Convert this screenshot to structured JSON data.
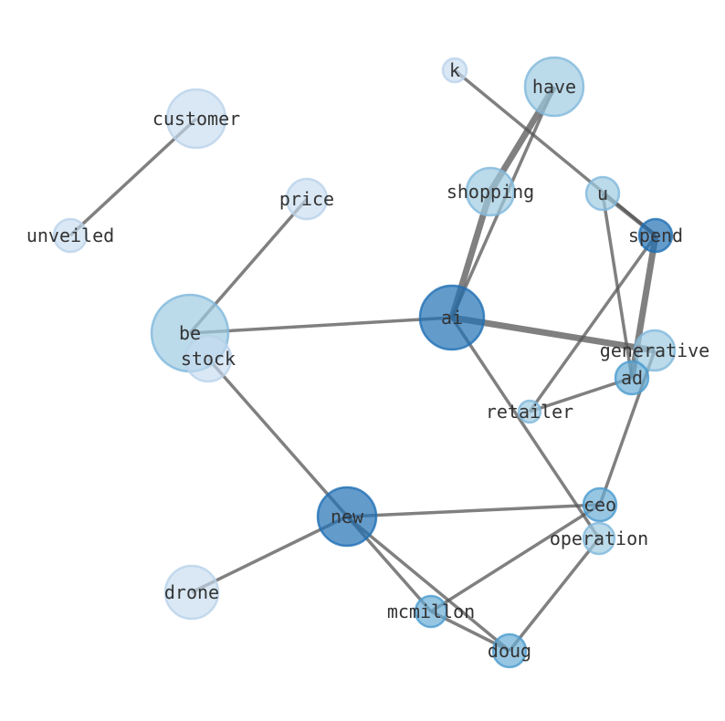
{
  "graph": {
    "type": "word co-occurrence network",
    "colors": {
      "lightest": "#c6dbef",
      "light": "#9ecae1",
      "mid": "#6baed6",
      "dark": "#2171b5",
      "edge": "#555555"
    },
    "nodes": [
      {
        "id": "customer",
        "label": "customer",
        "level": "lightest",
        "size": 32
      },
      {
        "id": "unveiled",
        "label": "unveiled",
        "level": "lightest",
        "size": 18
      },
      {
        "id": "price",
        "label": "price",
        "level": "lightest",
        "size": 22
      },
      {
        "id": "be",
        "label": "be",
        "level": "light",
        "size": 42
      },
      {
        "id": "stock",
        "label": "stock",
        "level": "lightest",
        "size": 25
      },
      {
        "id": "k",
        "label": "k",
        "level": "lightest",
        "size": 13
      },
      {
        "id": "have",
        "label": "have",
        "level": "light",
        "size": 32
      },
      {
        "id": "shopping",
        "label": "shopping",
        "level": "light",
        "size": 26
      },
      {
        "id": "u",
        "label": "u",
        "level": "light",
        "size": 18
      },
      {
        "id": "spend",
        "label": "spend",
        "level": "dark",
        "size": 18
      },
      {
        "id": "ai",
        "label": "ai",
        "level": "dark",
        "size": 35
      },
      {
        "id": "generative",
        "label": "generative",
        "level": "light",
        "size": 22
      },
      {
        "id": "ad",
        "label": "ad",
        "level": "mid",
        "size": 18
      },
      {
        "id": "retailer",
        "label": "retailer",
        "level": "light",
        "size": 12
      },
      {
        "id": "ceo",
        "label": "ceo",
        "level": "mid",
        "size": 18
      },
      {
        "id": "operation",
        "label": "operation",
        "level": "light",
        "size": 17
      },
      {
        "id": "new",
        "label": "new",
        "level": "dark",
        "size": 32
      },
      {
        "id": "drone",
        "label": "drone",
        "level": "lightest",
        "size": 29
      },
      {
        "id": "mcmillon",
        "label": "mcmillon",
        "level": "mid",
        "size": 17
      },
      {
        "id": "doug",
        "label": "doug",
        "level": "mid",
        "size": 18
      }
    ],
    "edges": [
      [
        "customer",
        "unveiled",
        1
      ],
      [
        "price",
        "be",
        1
      ],
      [
        "be",
        "ai",
        1
      ],
      [
        "stock",
        "mcmillon",
        1
      ],
      [
        "new",
        "doug",
        1
      ],
      [
        "new",
        "ceo",
        1
      ],
      [
        "new",
        "drone",
        1
      ],
      [
        "mcmillon",
        "doug",
        1
      ],
      [
        "mcmillon",
        "ceo",
        1
      ],
      [
        "doug",
        "operation",
        1
      ],
      [
        "ai",
        "operation",
        1
      ],
      [
        "generative",
        "ceo",
        1
      ],
      [
        "ai",
        "shopping",
        2
      ],
      [
        "shopping",
        "have",
        2
      ],
      [
        "ai",
        "have",
        1
      ],
      [
        "k",
        "spend",
        1
      ],
      [
        "u",
        "spend",
        1.3
      ],
      [
        "u",
        "ad",
        1
      ],
      [
        "spend",
        "ad",
        2
      ],
      [
        "spend",
        "retailer",
        1
      ],
      [
        "retailer",
        "ad",
        1
      ],
      [
        "ai",
        "generative",
        2
      ]
    ]
  }
}
